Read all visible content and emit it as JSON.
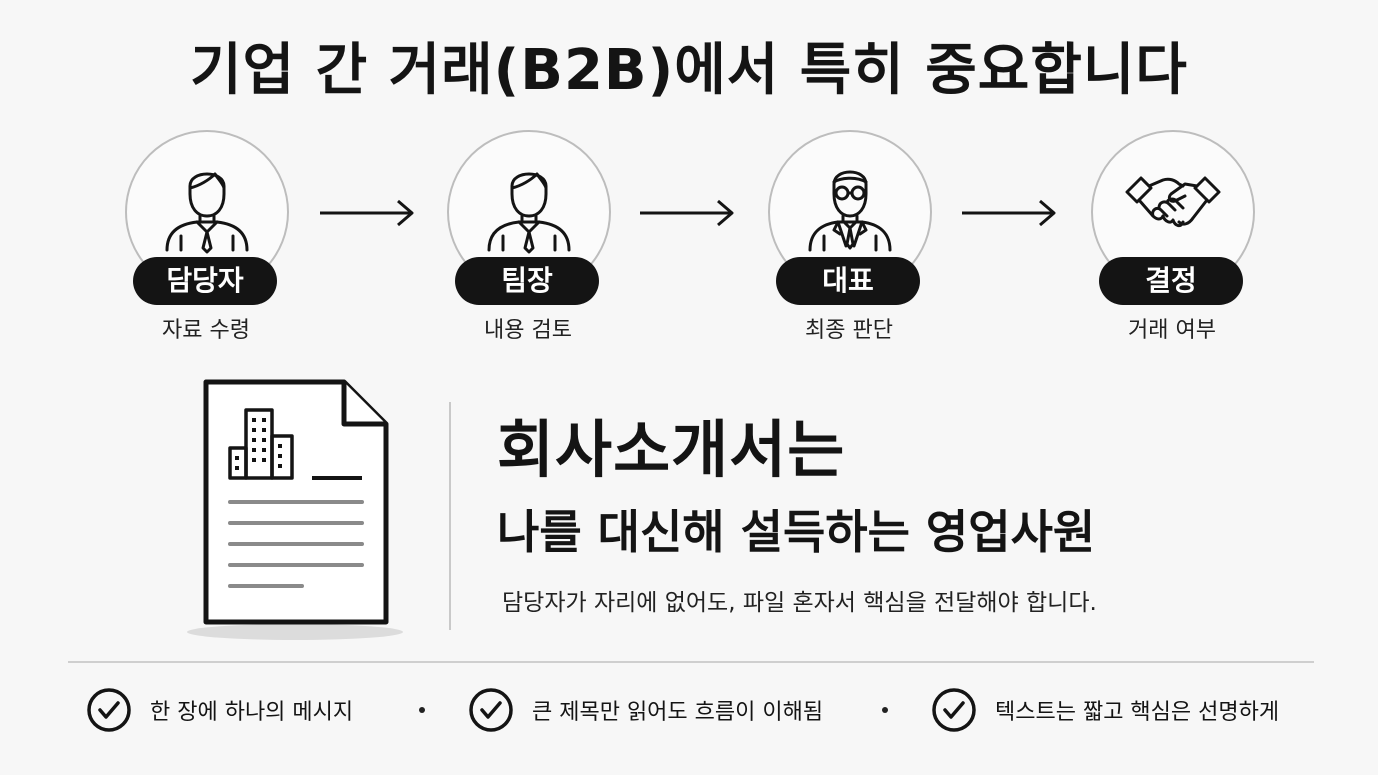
{
  "title": "기업 간 거래(B2B)에서 특히 중요합니다",
  "steps": [
    {
      "label": "담당자",
      "sub": "자료 수령",
      "icon": "person-icon"
    },
    {
      "label": "팀장",
      "sub": "내용 검토",
      "icon": "person-icon"
    },
    {
      "label": "대표",
      "sub": "최종 판단",
      "icon": "executive-icon"
    },
    {
      "label": "결정",
      "sub": "거래 여부",
      "icon": "handshake-icon"
    }
  ],
  "headline": {
    "line1": "회사소개서는",
    "line2": "나를 대신해 설득하는 영업사원",
    "description": "담당자가 자리에 없어도, 파일 혼자서 핵심을 전달해야 합니다."
  },
  "tips": [
    "한 장에 하나의 메시지",
    "큰 제목만 읽어도 흐름이 이해됨",
    "텍스트는 짧고 핵심은 선명하게"
  ],
  "colors": {
    "ink": "#141414",
    "pill": "#141414",
    "circle_border": "#bdbdbd",
    "background": "#f7f7f7"
  }
}
